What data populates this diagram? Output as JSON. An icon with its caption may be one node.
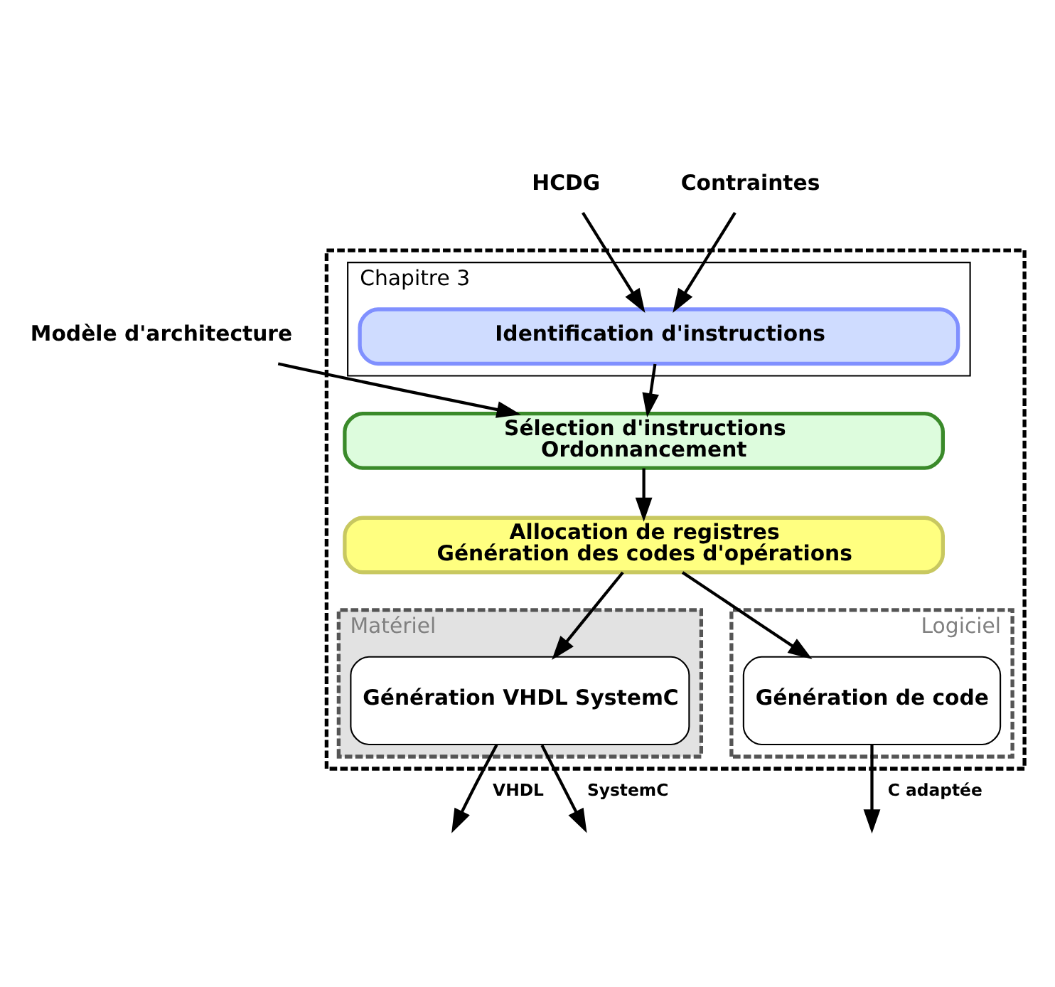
{
  "diagram": {
    "nodes": [
      {
        "text": [],
        "shape": "box"
      },
      {
        "text": [
          "Chapitre 3"
        ],
        "in": 0
      },
      {
        "text": [
          "Identification d'instructions"
        ],
        "in": 1
      },
      {
        "text": [
          "Sélection d'instructions",
          "Ordonnancement"
        ],
        "in": 0
      },
      {
        "text": [
          "Allocation de registres",
          "Génération des codes d'opérations"
        ],
        "in": 0
      },
      {
        "text": [
          "Matériel"
        ],
        "in": 0
      },
      {
        "text": [
          "Génération VHDL SystemC"
        ],
        "in": 5
      },
      {
        "text": [
          "Logiciel"
        ],
        "in": 0
      },
      {
        "text": [
          "Génération de code"
        ],
        "in": 7
      },
      {
        "text": [
          "HCDG"
        ]
      },
      {
        "text": [
          "Contraintes"
        ]
      },
      {
        "text": [
          "Modèle d'architecture"
        ]
      }
    ],
    "edges": [
      {
        "from": 9,
        "to": 2,
        "arrow": "to"
      },
      {
        "from": 10,
        "to": 2,
        "arrow": "to"
      },
      {
        "from": 2,
        "to": 3,
        "arrow": "to"
      },
      {
        "from": 11,
        "to": 3,
        "arrow": "to"
      },
      {
        "from": 3,
        "to": 4,
        "arrow": "to"
      },
      {
        "from": 4,
        "to": 6,
        "arrow": "to"
      },
      {
        "from": 4,
        "to": 8,
        "arrow": "to"
      },
      {
        "from": 6,
        "to": null,
        "arrow": "to",
        "label": "VHDL"
      },
      {
        "from": 6,
        "to": null,
        "arrow": "to",
        "label": "SystemC"
      },
      {
        "from": 8,
        "to": null,
        "arrow": "to",
        "label": "C adaptée"
      }
    ]
  }
}
